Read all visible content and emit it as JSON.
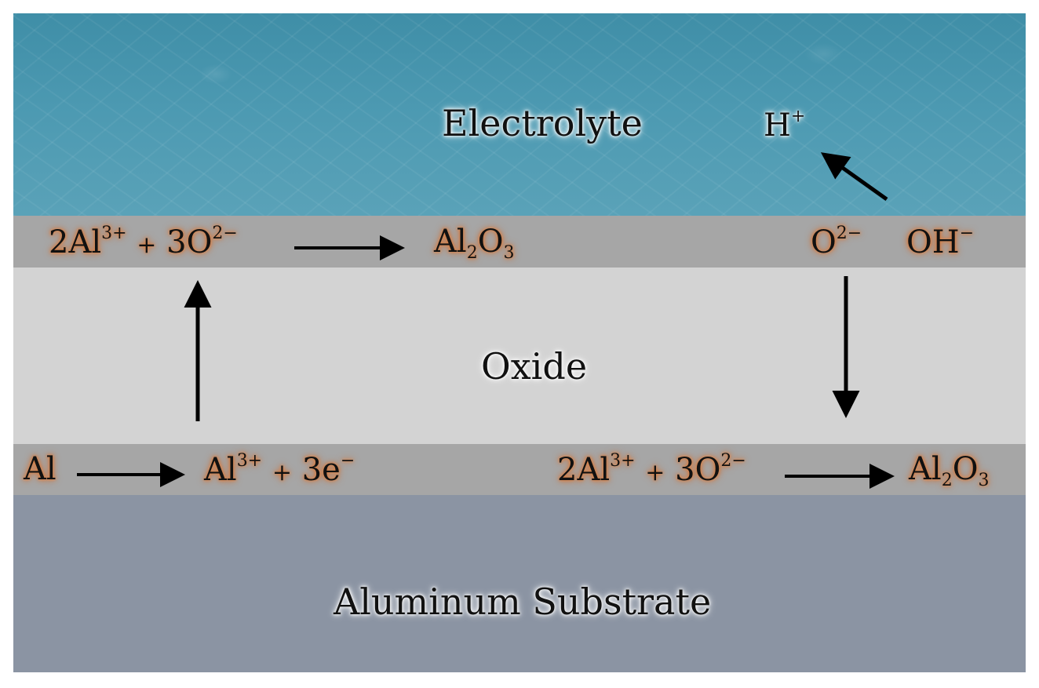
{
  "layers": {
    "electrolyte": "Electrolyte",
    "oxide": "Oxide",
    "substrate": "Aluminum Substrate"
  },
  "colors": {
    "electrolyte": "#4d9ab2",
    "interface": "#a6a6a6",
    "oxide": "#d3d3d3",
    "substrate": "#8b94a3",
    "glow": "#d9773a"
  },
  "top_reaction": {
    "coef_al": "2Al",
    "al_charge": "3+",
    "plus": "+",
    "coef_o": "3O",
    "o_charge": "2−",
    "product_base": "Al",
    "product_sub1": "2",
    "product_o": "O",
    "product_sub2": "3"
  },
  "top_right": {
    "o_base": "O",
    "o_charge": "2−",
    "oh_base": "OH",
    "oh_charge": "−",
    "h_base": "H",
    "h_charge": "+"
  },
  "bottom_left": {
    "reactant": "Al",
    "product_base": "Al",
    "product_charge": "3+",
    "plus": "+",
    "electrons": "3e",
    "e_charge": "−"
  },
  "bottom_right": {
    "coef_al": "2Al",
    "al_charge": "3+",
    "plus": "+",
    "coef_o": "3O",
    "o_charge": "2−",
    "product_base": "Al",
    "product_sub1": "2",
    "product_o": "O",
    "product_sub2": "3"
  }
}
